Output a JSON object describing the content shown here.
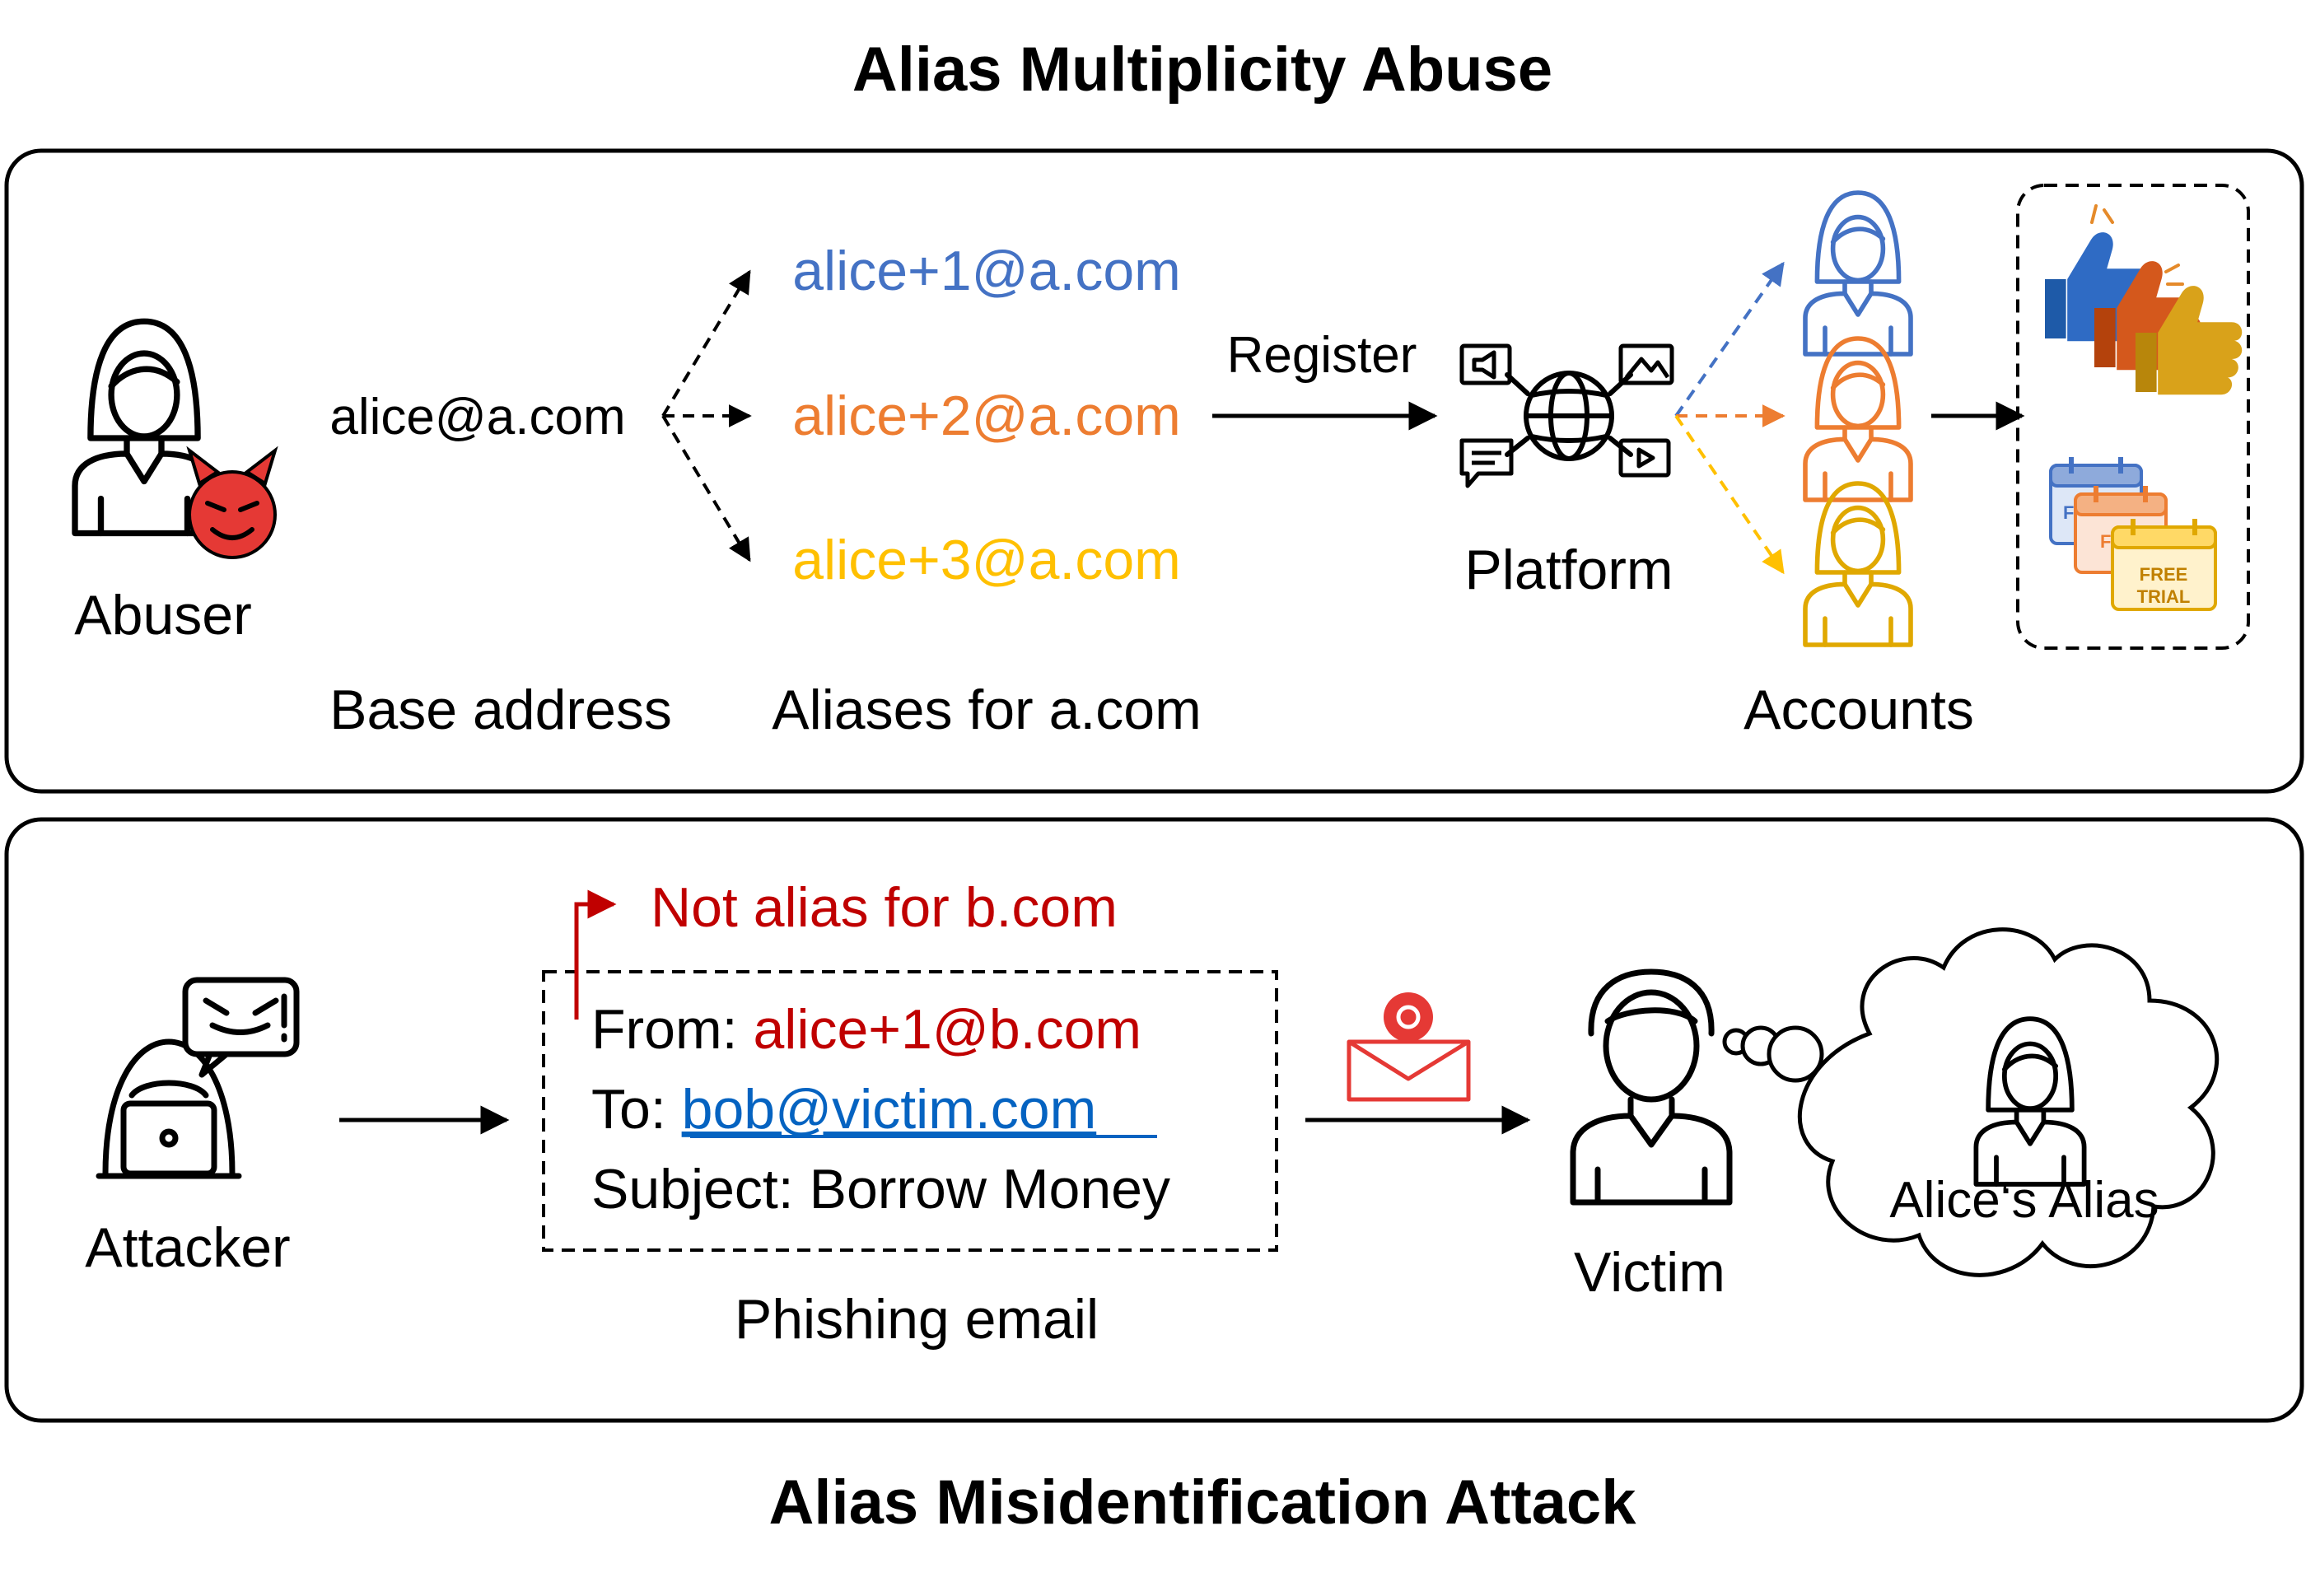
{
  "top": {
    "title": "Alias Multiplicity Abuse",
    "abuser_label": "Abuser",
    "base_email": "alice@a.com",
    "base_caption": "Base address",
    "aliases": [
      {
        "text": "alice+1@a.com",
        "color": "#4472C4"
      },
      {
        "text": "alice+2@a.com",
        "color": "#ED7D31"
      },
      {
        "text": "alice+3@a.com",
        "color": "#FFC000"
      }
    ],
    "aliases_caption": "Aliases for a.com",
    "register_label": "Register",
    "platform_label": "Platform",
    "accounts_label": "Accounts",
    "free_trial_label": "FREE TRIAL",
    "free_trial_partial_1": "FR",
    "free_trial_partial_2": "FR"
  },
  "bottom": {
    "title": "Alias Misidentification Attack",
    "attacker_label": "Attacker",
    "not_alias_note": "Not alias for b.com",
    "from_label": "From:",
    "from_value": "alice+1@b.com",
    "to_label": "To:",
    "to_value": "bob@victim.com",
    "subject_line": "Subject: Borrow Money",
    "email_caption": "Phishing email",
    "victim_label": "Victim",
    "thought_label": "Alice‘s Alias"
  },
  "colors": {
    "blue": "#4472C4",
    "orange": "#ED7D31",
    "yellow": "#FFC000",
    "red": "#C00000",
    "link_blue": "#0563C1",
    "devil_red": "#E53935"
  }
}
